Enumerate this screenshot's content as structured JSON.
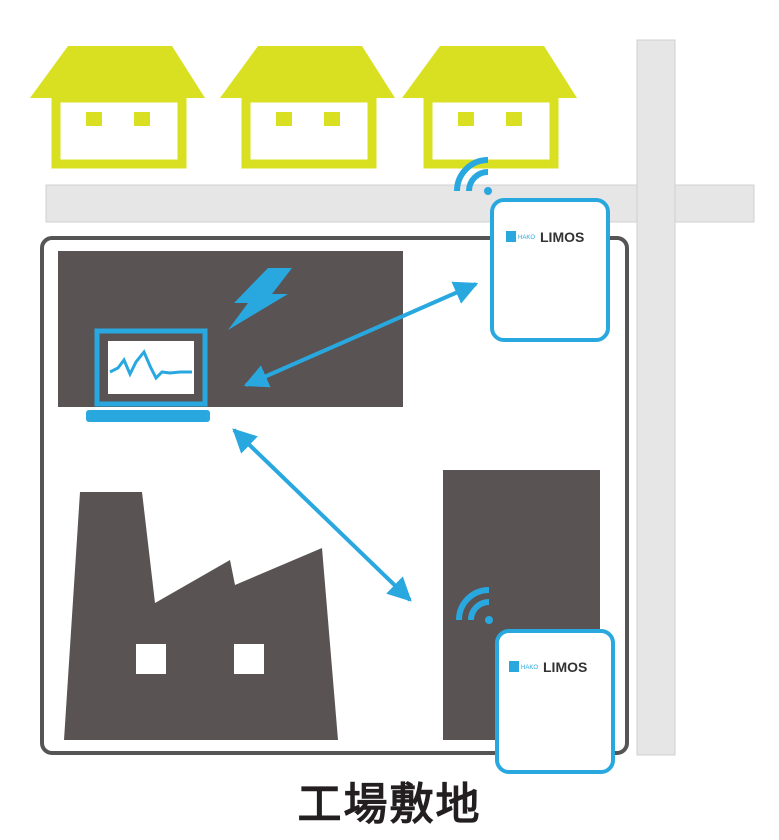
{
  "diagram": {
    "caption": "工場敷地",
    "devices": [
      {
        "id": "device-top",
        "brand": "LIMOS",
        "logo_small": "HAKO"
      },
      {
        "id": "device-bottom",
        "brand": "LIMOS",
        "logo_small": "HAKO"
      }
    ],
    "icons": [
      "house-icon",
      "house-icon",
      "house-icon",
      "factory-icon",
      "laptop-icon",
      "lightning-icon",
      "wifi-icon",
      "wifi-icon"
    ],
    "colors": {
      "house": "#d9e021",
      "dark": "#595353",
      "accent": "#29a8e0",
      "road": "#e6e6e6",
      "outline": "#555555"
    }
  }
}
